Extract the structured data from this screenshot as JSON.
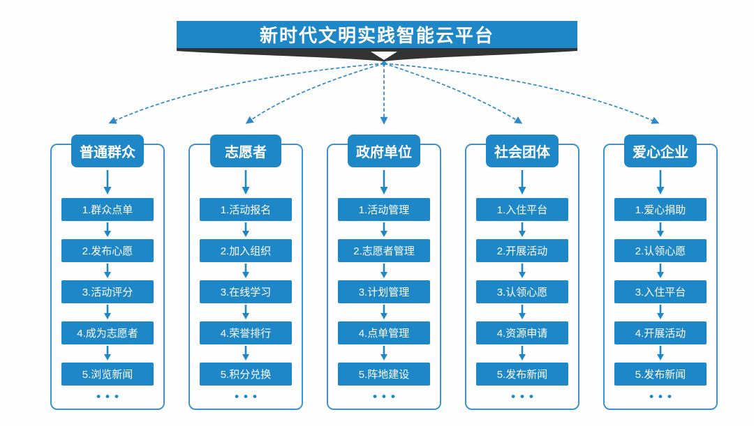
{
  "banner": {
    "title": "新时代文明实践智能云平台"
  },
  "more_symbol": "•••",
  "colors": {
    "primary_blue": "#1e87c7",
    "line_blue": "#2b89cc",
    "outline_blue": "#3a93cf",
    "ribbon_dark": "#333333",
    "text_on_primary": "#ffffff",
    "background": "#fefefe"
  },
  "columns": [
    {
      "header": "普通群众",
      "items": [
        "1.群众点单",
        "2.发布心愿",
        "3.活动评分",
        "4.成为志愿者",
        "5.浏览新闻"
      ]
    },
    {
      "header": "志愿者",
      "items": [
        "1.活动报名",
        "2.加入组织",
        "3.在线学习",
        "4.荣誉排行",
        "5.积分兑换"
      ]
    },
    {
      "header": "政府单位",
      "items": [
        "1.活动管理",
        "2.志愿者管理",
        "3.计划管理",
        "4.点单管理",
        "5.阵地建设"
      ]
    },
    {
      "header": "社会团体",
      "items": [
        "1.入住平台",
        "2.开展活动",
        "3.认领心愿",
        "4.资源申请",
        "5.发布新闻"
      ]
    },
    {
      "header": "爱心企业",
      "items": [
        "1.爱心捐助",
        "2.认领心愿",
        "3.入住平台",
        "4.开展活动",
        "5.发布新闻"
      ]
    }
  ]
}
